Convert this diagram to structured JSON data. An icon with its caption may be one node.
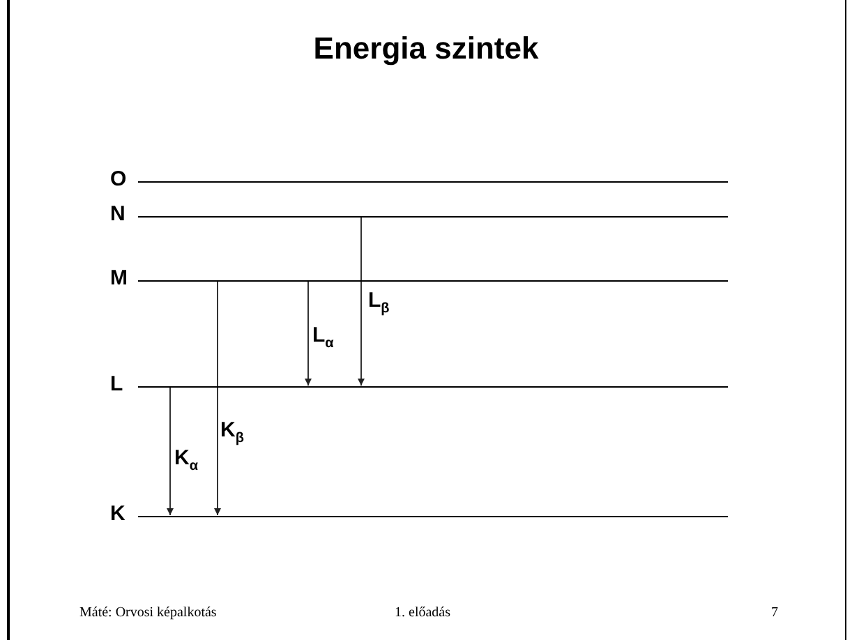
{
  "diagram": {
    "title": "Energia szintek",
    "nodes": [
      {
        "text": [],
        "shape": "bar",
        "beside": [
          "O"
        ]
      },
      {
        "text": [],
        "shape": "bar",
        "beside": [
          "N"
        ]
      },
      {
        "text": [],
        "shape": "bar",
        "beside": [
          "M"
        ]
      },
      {
        "text": [],
        "shape": "bar",
        "beside": [
          "L"
        ]
      },
      {
        "text": [],
        "shape": "bar",
        "beside": [
          "K"
        ]
      }
    ],
    "edges": [
      {
        "from": 3,
        "to": 4,
        "arrow": "to",
        "label": "K$_{α}$"
      },
      {
        "from": 2,
        "to": 4,
        "arrow": "to",
        "label": "K$_{β}$"
      },
      {
        "from": 2,
        "to": 3,
        "arrow": "to",
        "label": "L$_{α}$"
      },
      {
        "from": 1,
        "to": 3,
        "arrow": "to",
        "label": "L$_{β}$"
      }
    ],
    "labels": [
      "Máté: Orvosi képalkotás",
      "1. előadás",
      "7"
    ]
  }
}
